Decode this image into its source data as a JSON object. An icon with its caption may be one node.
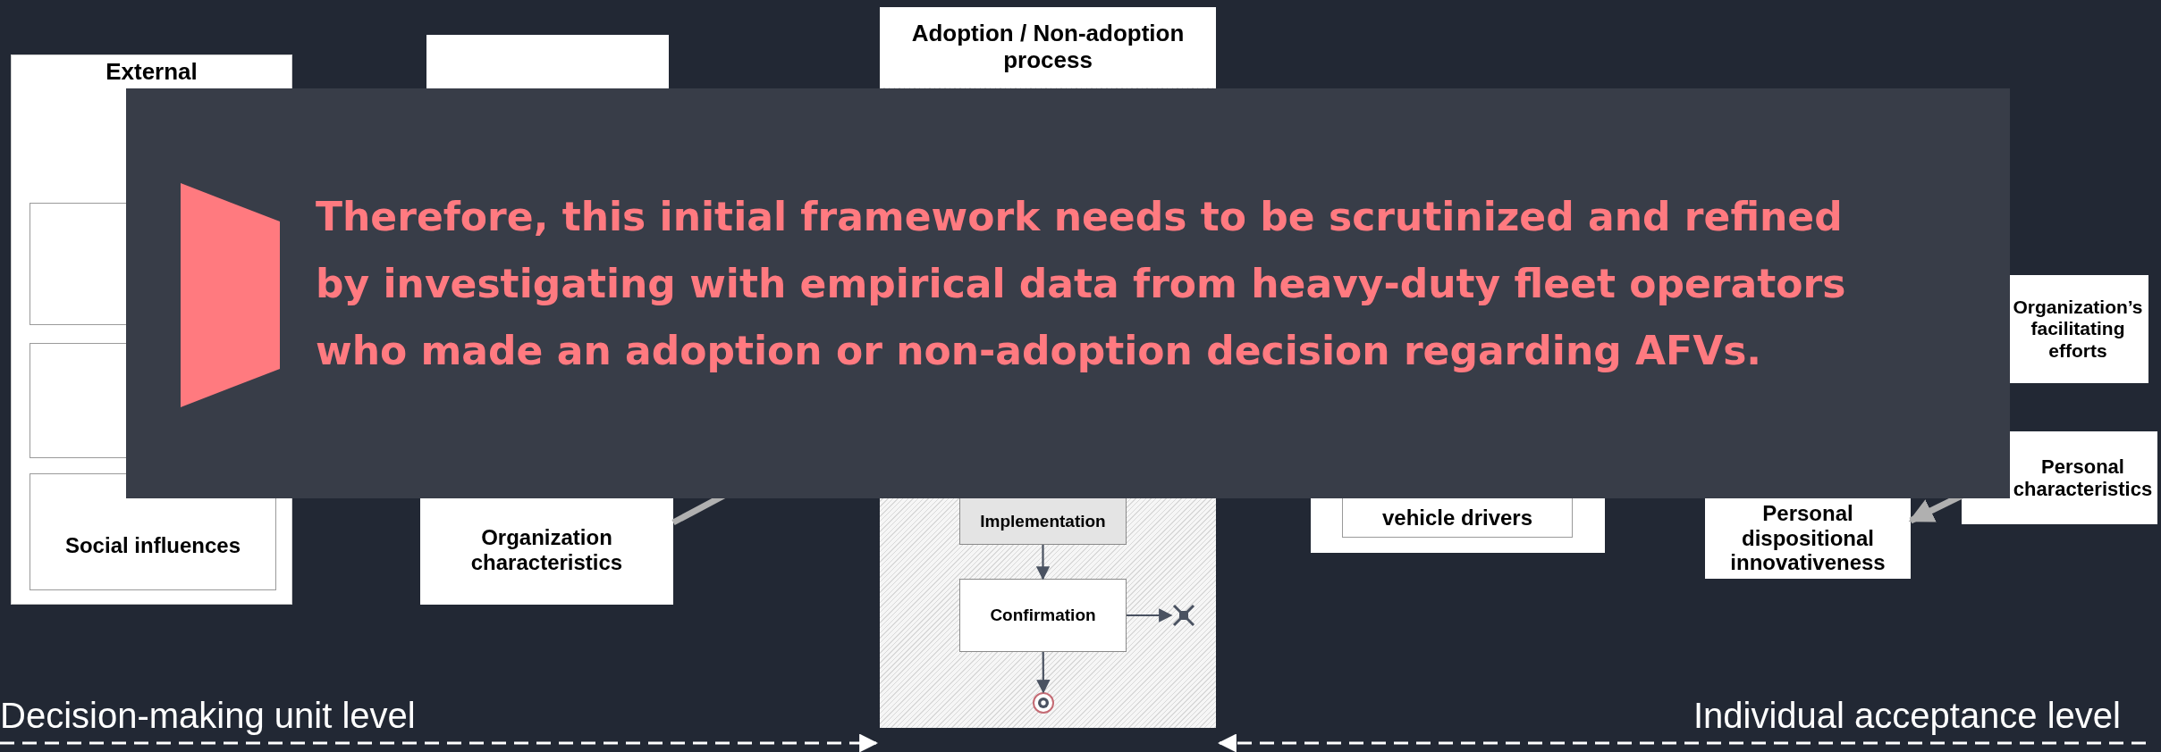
{
  "diagram": {
    "nodes": [
      {
        "text": [
          "External"
        ]
      },
      {
        "text": [],
        "shape": "box",
        "in": 0
      },
      {
        "text": [],
        "shape": "box",
        "in": 0
      },
      {
        "text": [
          "Social influences"
        ],
        "in": 0
      },
      {
        "text": [],
        "shape": "box"
      },
      {
        "text": [
          "Organization characteristics"
        ]
      },
      {
        "text": [
          "Adoption / Non-adoption process"
        ]
      },
      {
        "text": [
          "Implementation"
        ],
        "in": 6
      },
      {
        "text": [
          "Confirmation"
        ],
        "in": 6
      },
      {
        "text": [],
        "shape": "cross",
        "in": 6
      },
      {
        "text": [],
        "shape": "circle",
        "in": 6
      },
      {
        "text": [],
        "shape": "box"
      },
      {
        "text": [
          "vehicle drivers"
        ],
        "in": 11
      },
      {
        "text": [
          "Organization’s facilitating efforts"
        ]
      },
      {
        "text": [
          "Personal characteristics"
        ]
      },
      {
        "text": [
          "Personal dispositional innovativeness"
        ]
      },
      {
        "text": [
          "Decision-making unit level"
        ]
      },
      {
        "text": [
          "Individual acceptance level"
        ]
      }
    ],
    "edges": [
      {
        "from": 5,
        "to": 6,
        "arrow": "to",
        "style": "thick",
        "color": "#b0b0b0"
      },
      {
        "from": 7,
        "to": 8,
        "arrow": "to",
        "color": "#4a5261"
      },
      {
        "from": 8,
        "to": 9,
        "arrow": "to",
        "color": "#4a5261"
      },
      {
        "from": 8,
        "to": 10,
        "arrow": "to",
        "color": "#4a5261"
      },
      {
        "from": 14,
        "to": 15,
        "arrow": "to",
        "style": "thick",
        "color": "#b0b0b0"
      },
      {
        "from": 16,
        "to": 6,
        "arrow": "to",
        "style": "dashed",
        "color": "#ffffff"
      },
      {
        "from": 17,
        "to": 6,
        "arrow": "to",
        "style": "dashed",
        "color": "#ffffff"
      }
    ],
    "labels": [
      "Therefore, this initial framework needs to be scrutinized and refined by investigating with empirical data from heavy-duty fleet operators who made an adoption or non-adoption decision regarding AFVs."
    ]
  }
}
